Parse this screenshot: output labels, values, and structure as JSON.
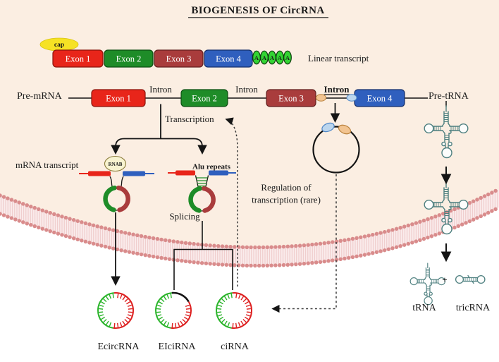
{
  "title": "BIOGENESIS OF CircRNA",
  "linear_transcript": {
    "cap": "cap",
    "exons": [
      "Exon 1",
      "Exon 2",
      "Exon 3",
      "Exon 4"
    ],
    "polya_letter": "A",
    "polya_count": 5,
    "label": "Linear transcript"
  },
  "pre_mrna": {
    "label": "Pre-mRNA",
    "exons": [
      "Exon 1",
      "Exon 2",
      "Exon 3",
      "Exon 4"
    ],
    "introns": [
      "Intron",
      "Intron",
      "Intron"
    ],
    "pre_trna_label": "Pre-tRNA"
  },
  "process": {
    "transcription": "Transcription",
    "mrna_transcript": "mRNA transcript",
    "rnab": "RNAB",
    "alu_repeats": "Alu repeats",
    "splicing": "Splicing",
    "regulation_line1": "Regulation of",
    "regulation_line2": "transcription (rare)"
  },
  "products": {
    "ecircrna": "EcircRNA",
    "eicirna": "EIciRNA",
    "cirna": "ciRNA",
    "trna": "tRNA",
    "tricrna": "tricRNA",
    "plus": "+"
  },
  "colors": {
    "exon1_red": "#e8251a",
    "exon2_green": "#1e8c28",
    "exon3_maroon": "#a93c3c",
    "exon4_blue": "#2f5fbe",
    "cap_yellow": "#f6e224",
    "polya_green": "#33d433",
    "membrane_pink": "#d98c8c",
    "background_nucleus": "#fbeee2",
    "ring_green": "#2ab42a",
    "ring_red": "#dd1f1f",
    "trna_teal": "#4d7f7f",
    "ecircrna_label": "#8a7a4a",
    "eicirna_label": "#4a3060",
    "cirna_label": "#e03030"
  }
}
